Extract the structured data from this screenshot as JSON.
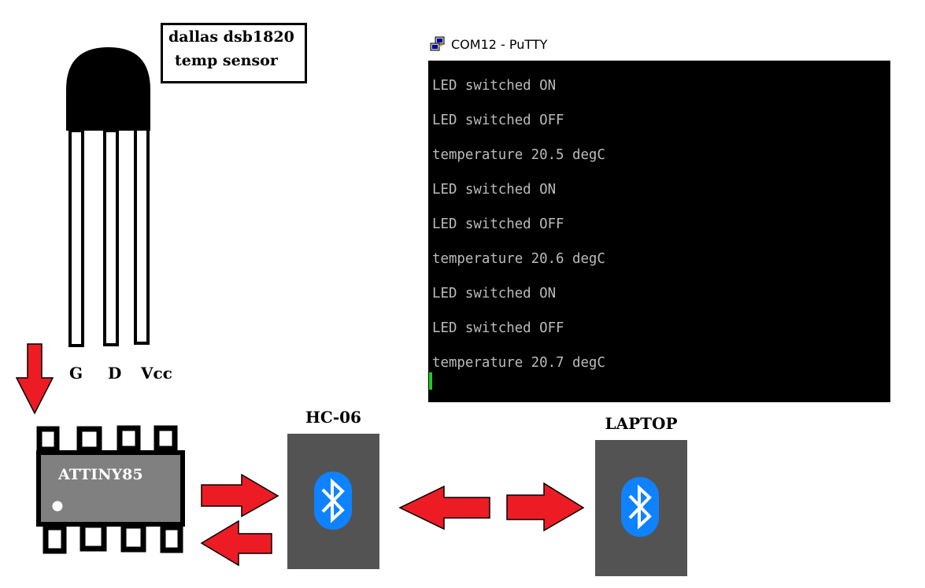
{
  "sensor": {
    "label_line1": "dallas dsb1820",
    "label_line2": "temp sensor",
    "pins": [
      "G",
      "D",
      "Vcc"
    ]
  },
  "chip": {
    "label": "ATTINY85"
  },
  "modules": {
    "hc06_label": "HC-06",
    "laptop_label": "LAPTOP",
    "bluetooth_icon": "bluetooth-icon"
  },
  "putty": {
    "title": "COM12 - PuTTY",
    "lines": [
      "LED switched ON",
      "LED switched OFF",
      "temperature 20.5 degC",
      "LED switched ON",
      "LED switched OFF",
      "temperature 20.6 degC",
      "LED switched ON",
      "LED switched OFF",
      "temperature 20.7 degC"
    ]
  },
  "colors": {
    "arrow": "#ed1c24",
    "bluetooth_blue": "#0f82ff",
    "module_box": "#535353",
    "chip_body": "#808080",
    "terminal_bg": "#000000",
    "terminal_text": "#bbbbbb",
    "cursor": "#22cc22"
  }
}
